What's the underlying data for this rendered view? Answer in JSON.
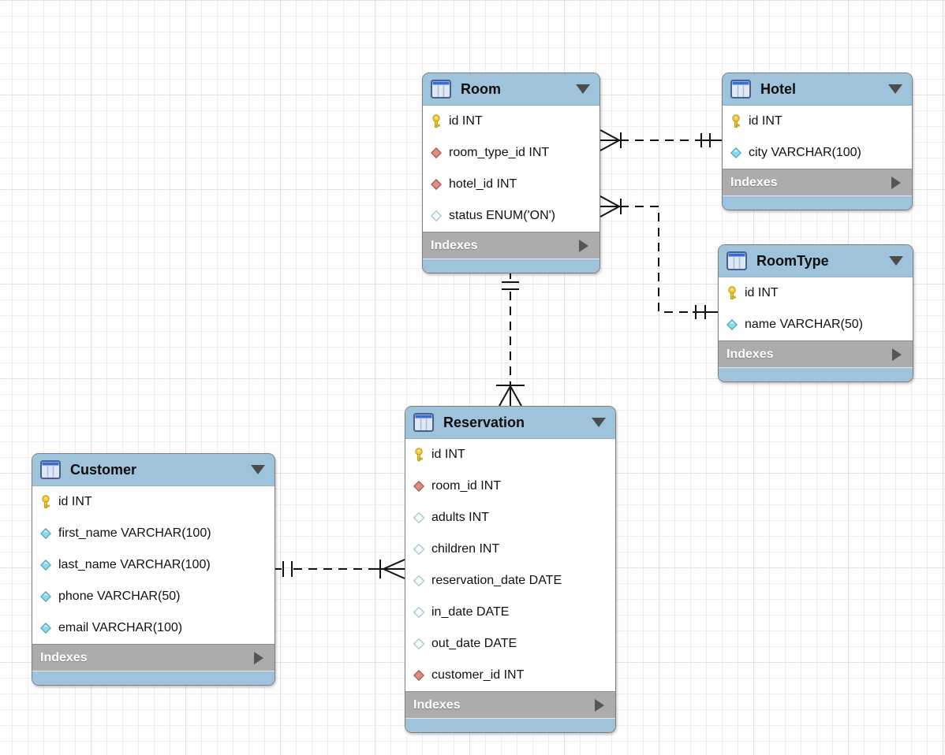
{
  "diagram": {
    "tool": "eer-diagram",
    "colors": {
      "table_header_fill": "#9fc3db",
      "table_footer_fill": "#9fc3db",
      "indexes_row_fill": "#acacac",
      "table_border": "#7e7e7e",
      "grid_minor": "#efefef",
      "grid_major": "#e2e2e2",
      "relationship_line": "#141414",
      "primary_key_icon": "#f1ca33",
      "foreign_key_icon_fill": "#dd8d82",
      "foreign_key_icon_border": "#a5544b",
      "column_icon_fill": "#86dcea",
      "column_icon_border": "#4aa4b5",
      "nullable_icon_border": "#9ecdd1"
    },
    "tables": [
      {
        "name": "Room",
        "icon": "table-icon",
        "indexes_label": "Indexes",
        "fields": [
          {
            "icon": "primary-key-icon",
            "label": "id INT"
          },
          {
            "icon": "foreign-key-icon",
            "label": "room_type_id INT"
          },
          {
            "icon": "foreign-key-icon",
            "label": "hotel_id INT"
          },
          {
            "icon": "nullable-column-icon",
            "label": "status ENUM('ON')"
          }
        ]
      },
      {
        "name": "Hotel",
        "icon": "table-icon",
        "indexes_label": "Indexes",
        "fields": [
          {
            "icon": "primary-key-icon",
            "label": "id INT"
          },
          {
            "icon": "column-icon",
            "label": "city VARCHAR(100)"
          }
        ]
      },
      {
        "name": "RoomType",
        "icon": "table-icon",
        "indexes_label": "Indexes",
        "fields": [
          {
            "icon": "primary-key-icon",
            "label": "id INT"
          },
          {
            "icon": "column-icon",
            "label": "name VARCHAR(50)"
          }
        ]
      },
      {
        "name": "Reservation",
        "icon": "table-icon",
        "indexes_label": "Indexes",
        "fields": [
          {
            "icon": "primary-key-icon",
            "label": "id INT"
          },
          {
            "icon": "foreign-key-icon",
            "label": "room_id INT"
          },
          {
            "icon": "nullable-column-icon",
            "label": "adults INT"
          },
          {
            "icon": "nullable-column-icon",
            "label": "children INT"
          },
          {
            "icon": "nullable-column-icon",
            "label": "reservation_date DATE"
          },
          {
            "icon": "nullable-column-icon",
            "label": "in_date DATE"
          },
          {
            "icon": "nullable-column-icon",
            "label": "out_date DATE"
          },
          {
            "icon": "foreign-key-icon",
            "label": "customer_id INT"
          }
        ]
      },
      {
        "name": "Customer",
        "icon": "table-icon",
        "indexes_label": "Indexes",
        "fields": [
          {
            "icon": "primary-key-icon",
            "label": "id INT"
          },
          {
            "icon": "column-icon",
            "label": "first_name VARCHAR(100)"
          },
          {
            "icon": "column-icon",
            "label": "last_name VARCHAR(100)"
          },
          {
            "icon": "column-icon",
            "label": "phone VARCHAR(50)"
          },
          {
            "icon": "column-icon",
            "label": "email VARCHAR(100)"
          }
        ]
      }
    ],
    "relationships": [
      {
        "from": "Room",
        "to": "Hotel",
        "from_cardinality": "many (crow-foot)",
        "to_cardinality": "one (double-tick)",
        "line_style": "dashed non-identifying"
      },
      {
        "from": "Room",
        "to": "RoomType",
        "from_cardinality": "many (crow-foot)",
        "to_cardinality": "one (double-tick)",
        "line_style": "dashed non-identifying"
      },
      {
        "from": "Reservation",
        "to": "Room",
        "from_cardinality": "many (crow-foot)",
        "to_cardinality": "one (double-tick)",
        "line_style": "dashed non-identifying"
      },
      {
        "from": "Reservation",
        "to": "Customer",
        "from_cardinality": "many (crow-foot)",
        "to_cardinality": "one (double-tick)",
        "line_style": "dashed non-identifying"
      }
    ]
  }
}
